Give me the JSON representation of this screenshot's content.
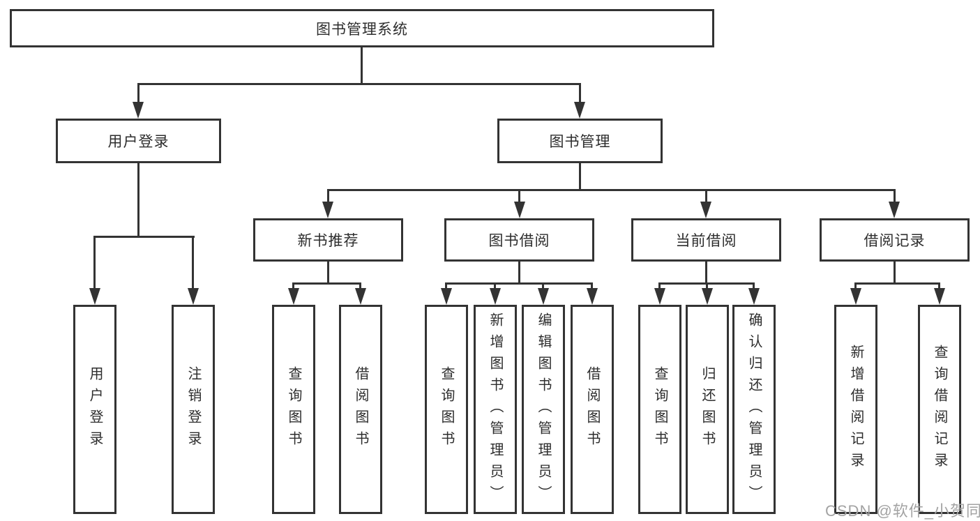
{
  "tree": {
    "root": {
      "label": "图书管理系统"
    },
    "level2": [
      {
        "label": "用户登录"
      },
      {
        "label": "图书管理"
      }
    ],
    "level3": [
      {
        "label": "新书推荐"
      },
      {
        "label": "图书借阅"
      },
      {
        "label": "当前借阅"
      },
      {
        "label": "借阅记录"
      }
    ],
    "leaves": {
      "user_login": [
        {
          "label": "用户登录"
        },
        {
          "label": "注销登录"
        }
      ],
      "new_book": [
        {
          "label": "查询图书"
        },
        {
          "label": "借阅图书"
        }
      ],
      "borrow": [
        {
          "label": "查询图书"
        },
        {
          "label": "新增图书（管理员）"
        },
        {
          "label": "编辑图书（管理员）"
        },
        {
          "label": "借阅图书"
        }
      ],
      "current": [
        {
          "label": "查询图书"
        },
        {
          "label": "归还图书"
        },
        {
          "label": "确认归还（管理员）"
        }
      ],
      "record": [
        {
          "label": "新增借阅记录"
        },
        {
          "label": "查询借阅记录"
        }
      ]
    }
  },
  "watermark": {
    "text": "CSDN @软件_小贺同学"
  },
  "colors": {
    "line": "#333333",
    "text": "#2d2d2d",
    "watermark": "#a3a3a3",
    "background": "#ffffff"
  }
}
